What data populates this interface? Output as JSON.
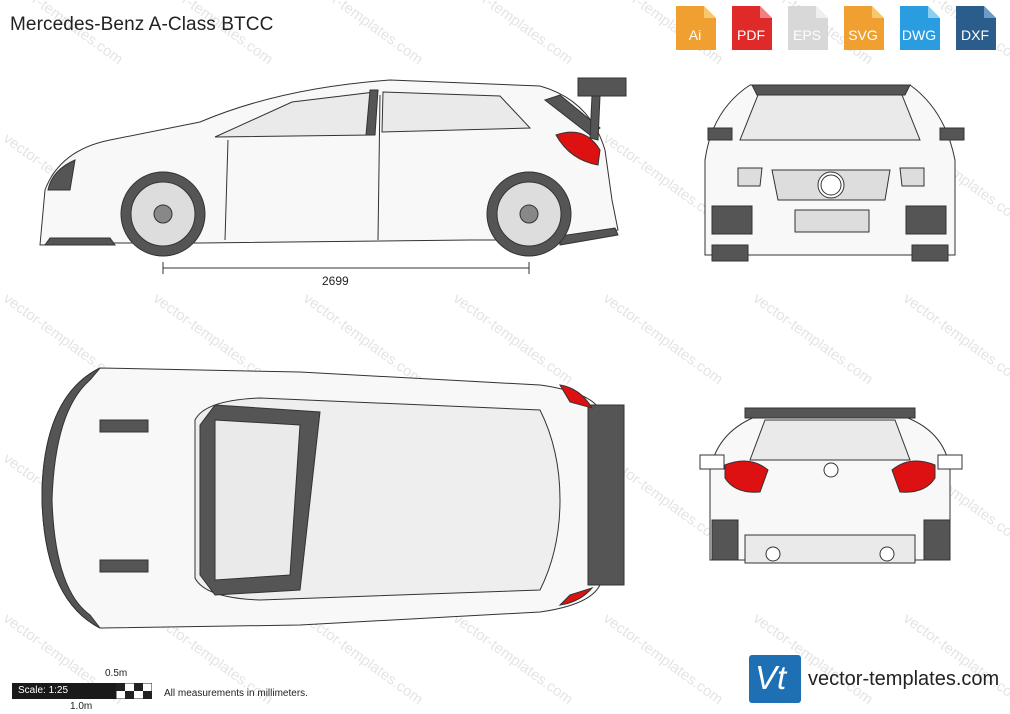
{
  "title": "Mercedes-Benz A-Class BTCC",
  "formats": [
    {
      "label": "Ai",
      "color": "#f0a030"
    },
    {
      "label": "PDF",
      "color": "#e02a2a"
    },
    {
      "label": "EPS",
      "color": "#e0e0e0"
    },
    {
      "label": "SVG",
      "color": "#f0a030"
    },
    {
      "label": "DWG",
      "color": "#2a9de0"
    },
    {
      "label": "DXF",
      "color": "#2a5c8c"
    }
  ],
  "watermark": "vector-templates.com",
  "dimension": "2699",
  "scale": {
    "label": "Scale: 1:25",
    "half": "0.5m",
    "full": "1.0m"
  },
  "note": "All measurements in millimeters.",
  "logo": {
    "mark": "Vt",
    "site": "vector-templates.com"
  },
  "colors": {
    "taillight": "#dd1111",
    "dark": "#555555"
  }
}
